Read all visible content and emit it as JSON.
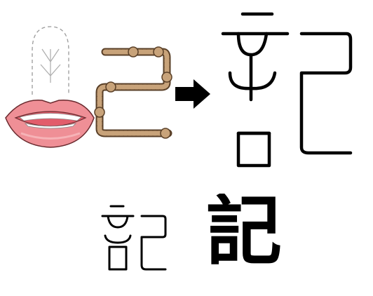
{
  "diagram": {
    "components": [
      {
        "name": "mouth",
        "meaning": "speech"
      },
      {
        "name": "rope",
        "meaning": "knotted cord"
      }
    ],
    "arrow": "right",
    "seal_script_large": "記",
    "seal_script_small": "記",
    "regular_script": "記"
  },
  "colors": {
    "lip": "#ef8f96",
    "lip_inner": "#f6b3b7",
    "lip_outline": "#6a2a2e",
    "teeth": "#ffffff",
    "rope": "#c8a37a",
    "rope_dark": "#5a4028",
    "ink": "#000000",
    "dashed_outline": "#9a9a9a"
  },
  "icons": [
    "mouth-lips-icon",
    "tongue-outline-icon",
    "knotted-rope-icon",
    "right-arrow-icon"
  ]
}
